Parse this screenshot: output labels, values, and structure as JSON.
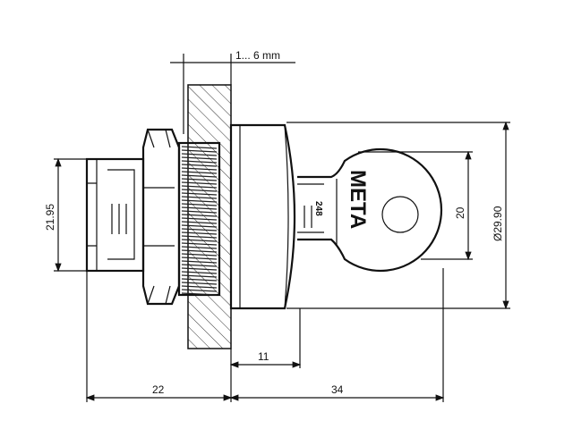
{
  "dimensions": {
    "panel_thickness": "1... 6 mm",
    "rear_height": "21.95",
    "key_height": "20",
    "knob_diameter": "Ø29.90",
    "knob_depth": "11",
    "rear_length": "22",
    "front_length": "34"
  },
  "key": {
    "brand": "META",
    "number": "248"
  }
}
